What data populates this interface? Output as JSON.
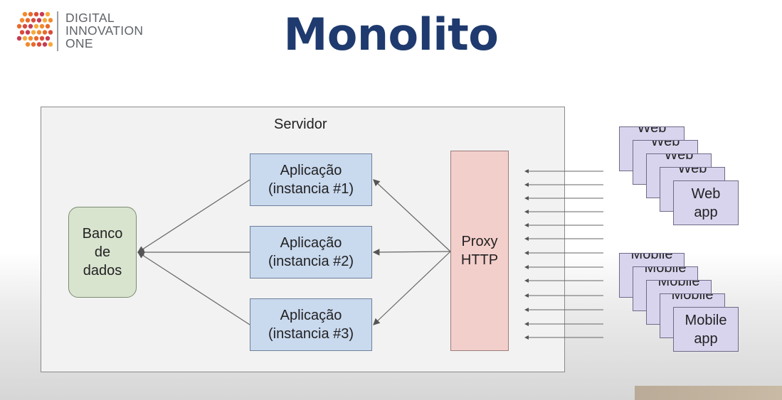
{
  "logo": {
    "line1": "DIGITAL",
    "line2": "INNOVATION",
    "line3": "ONE",
    "colors": [
      "#f6a93b",
      "#f28a2e",
      "#e86a2c",
      "#d94c3a",
      "#c53b55"
    ]
  },
  "title": "Monolito",
  "diagram": {
    "server_label": "Servidor",
    "database_label": "Banco\nde\ndados",
    "apps": [
      "Aplicação\n(instancia #1)",
      "Aplicação\n(instancia #2)",
      "Aplicação\n(instancia #3)"
    ],
    "proxy_label": "Proxy\nHTTP",
    "web_clients": {
      "stacked_label": "Web",
      "front_label": "Web\napp"
    },
    "mobile_clients": {
      "stacked_label": "Mobile",
      "front_label": "Mobile\napp"
    },
    "colors": {
      "server_fill": "#f2f2f2",
      "database_fill": "#d9e4cf",
      "app_fill": "#c9d9ee",
      "proxy_fill": "#f3cfcb",
      "client_fill": "#d9d4ee",
      "title": "#1e3a6e"
    }
  }
}
